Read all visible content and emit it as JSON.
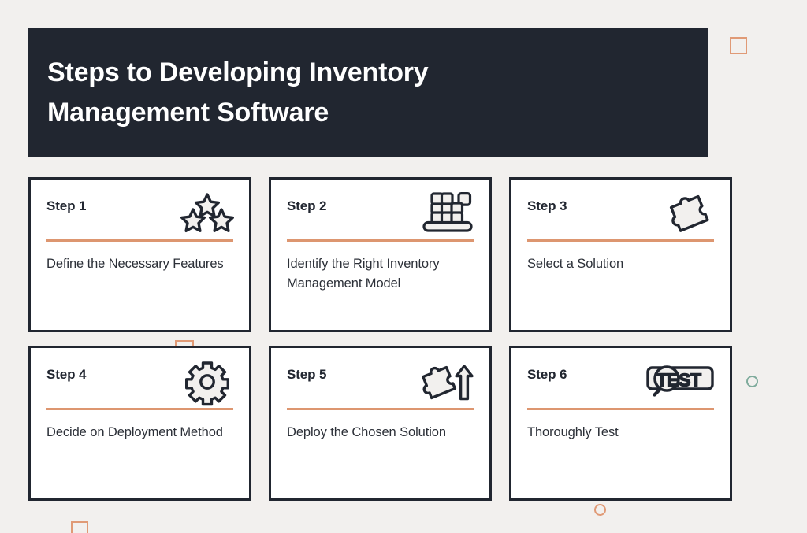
{
  "header": {
    "title": "Steps to Developing Inventory\nManagement Software",
    "background_color": "#212630",
    "text_color": "#ffffff"
  },
  "theme": {
    "canvas_background": "#f2f0ee",
    "card_background": "#ffffff",
    "card_border_color": "#212630",
    "divider_color": "#dd9670",
    "accent_salmon": "#e09a76",
    "accent_teal": "#7fab9c",
    "body_text_color": "#2c3038"
  },
  "cards": [
    {
      "step_label": "Step 1",
      "body": "Define the Necessary Features",
      "icon_name": "three-stars-icon"
    },
    {
      "step_label": "Step 2",
      "body": "Identify the Right Inventory Management Model",
      "icon_name": "stacked-boxes-warehouse-icon"
    },
    {
      "step_label": "Step 3",
      "body": "Select a Solution",
      "icon_name": "puzzle-piece-icon"
    },
    {
      "step_label": "Step 4",
      "body": "Decide on Deployment Method",
      "icon_name": "gear-icon"
    },
    {
      "step_label": "Step 5",
      "body": "Deploy the Chosen Solution",
      "icon_name": "puzzle-piece-up-arrow-icon"
    },
    {
      "step_label": "Step 6",
      "body": "Thoroughly Test",
      "icon_name": "test-magnifier-icon",
      "icon_text": "TEST"
    }
  ],
  "decorations": [
    {
      "name": "square-top-right",
      "shape": "square",
      "color": "#e09a76"
    },
    {
      "name": "square-between-rows",
      "shape": "square",
      "color": "#e09a76"
    },
    {
      "name": "square-bottom-left",
      "shape": "square",
      "color": "#e09a76"
    },
    {
      "name": "circle-right-teal",
      "shape": "circle",
      "color": "#7fab9c"
    },
    {
      "name": "circle-bottom-salmon",
      "shape": "circle",
      "color": "#e09a76"
    }
  ]
}
